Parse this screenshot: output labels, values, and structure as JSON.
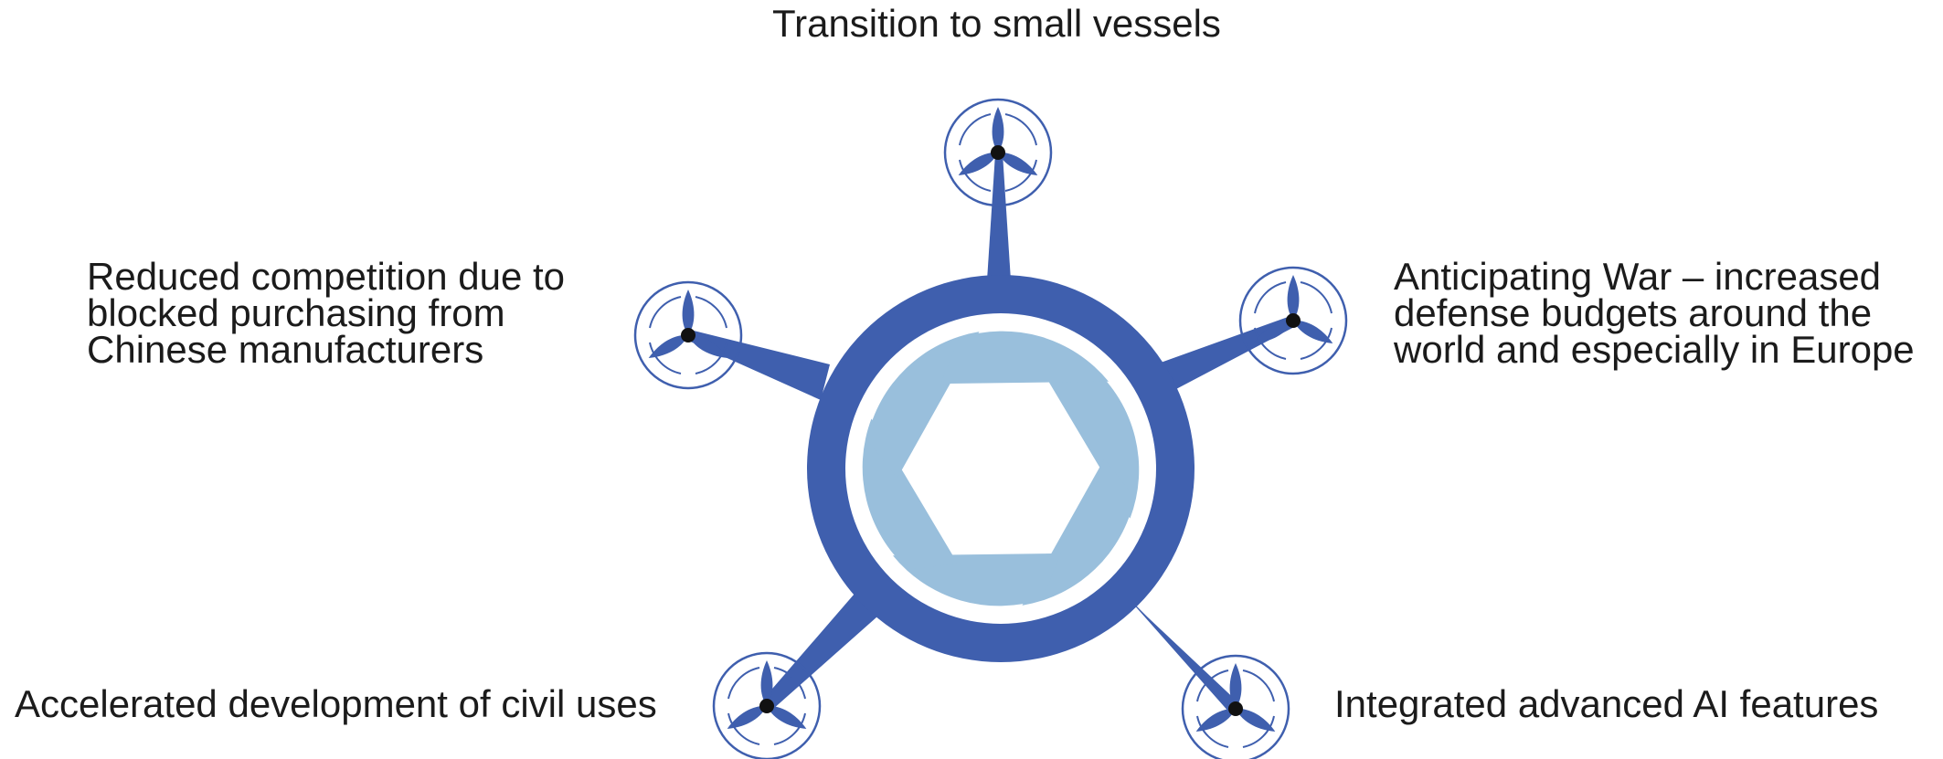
{
  "labels": {
    "top": "Transition to small vessels",
    "left": [
      "Reduced competition due to",
      "blocked purchasing from",
      "Chinese manufacturers"
    ],
    "right": [
      "Anticipating War – increased",
      "defense budgets around the",
      "world and especially in Europe"
    ],
    "bottom_left": "Accelerated development of civil uses",
    "bottom_right": "Integrated advanced AI features"
  },
  "colors": {
    "drone_body": "#3f5fae",
    "aperture_blades": "#99bfdc",
    "hub": "#111111",
    "text": "#1b1b1b"
  },
  "icons": {
    "center": "drone-body-aperture-icon",
    "rotor": "propeller-icon"
  }
}
